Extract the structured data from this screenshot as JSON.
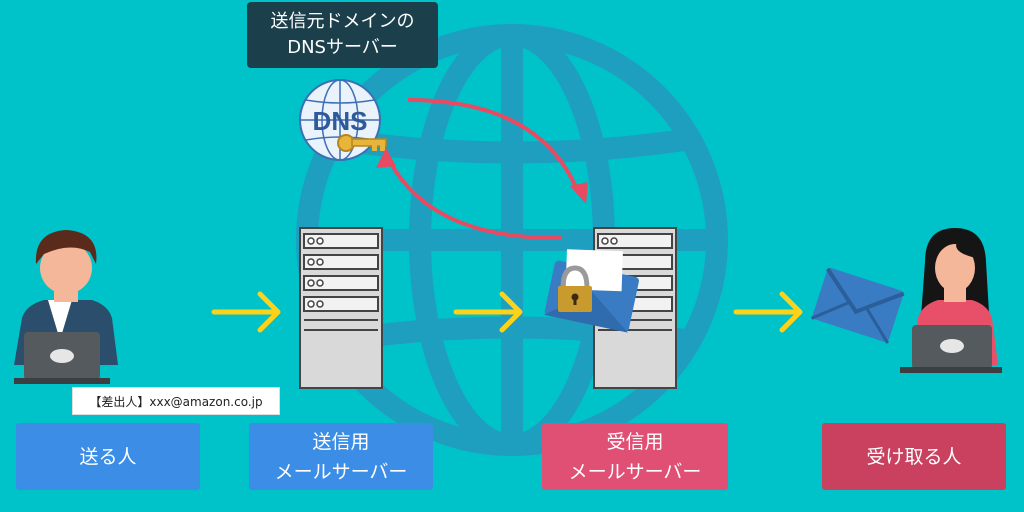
{
  "dns_tooltip": {
    "line1": "送信元ドメインの",
    "line2": "DNSサーバー"
  },
  "dns_badge": "DNS",
  "sender_note": "【差出人】xxx@amazon.co.jp",
  "labels": {
    "sender": "送る人",
    "send_server_line1": "送信用",
    "send_server_line2": "メールサーバー",
    "recv_server_line1": "受信用",
    "recv_server_line2": "メールサーバー",
    "receiver": "受け取る人"
  },
  "colors": {
    "background": "#00c2c9",
    "globe": "#1f9fc0",
    "arrow_yellow": "#ffd21a",
    "arrow_red": "#e84a62",
    "label_blue": "#3b8de6",
    "label_pink": "#e04f74",
    "label_rose": "#c9415e",
    "tooltip_bg": "#1c3f4c"
  }
}
